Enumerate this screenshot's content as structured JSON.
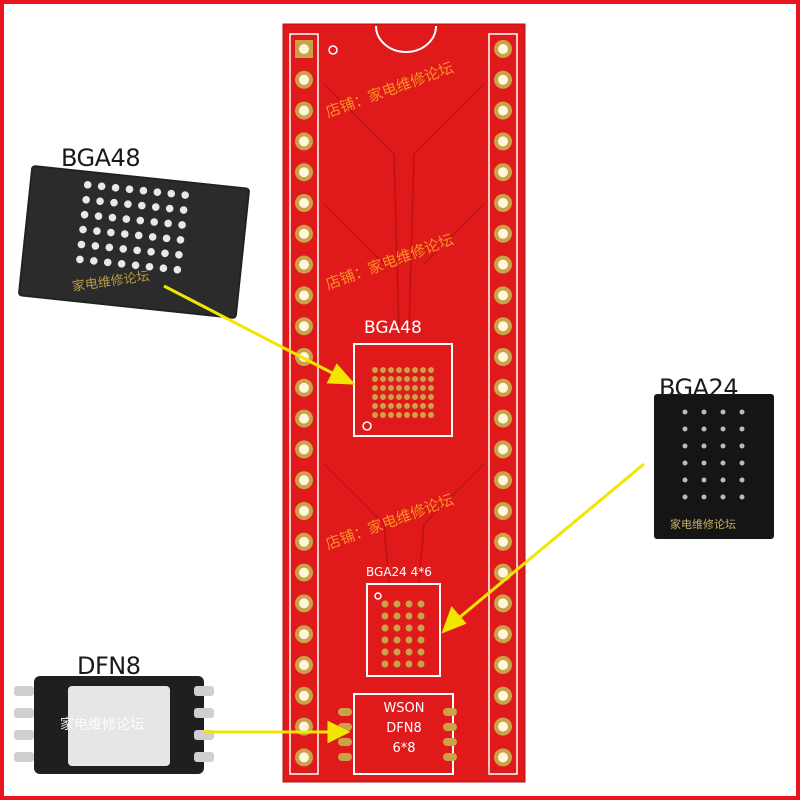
{
  "labels": {
    "bga48": "BGA48",
    "bga24": "BGA24",
    "dfn8": "DFN8"
  },
  "silkscreen": {
    "bga48": "BGA48",
    "bga24": "BGA24 4*6",
    "wson_line1": "WSON",
    "wson_line2": "DFN8",
    "wson_line3": "6*8"
  },
  "watermarks": {
    "shop": "店铺：家电维修论坛",
    "forum": "家电维修论坛"
  },
  "colors": {
    "frame": "#e8161b",
    "pcb": "#e01a1a",
    "pad": "#c9a24a",
    "arrow": "#f2e600",
    "chip": "#1e1e1e"
  }
}
